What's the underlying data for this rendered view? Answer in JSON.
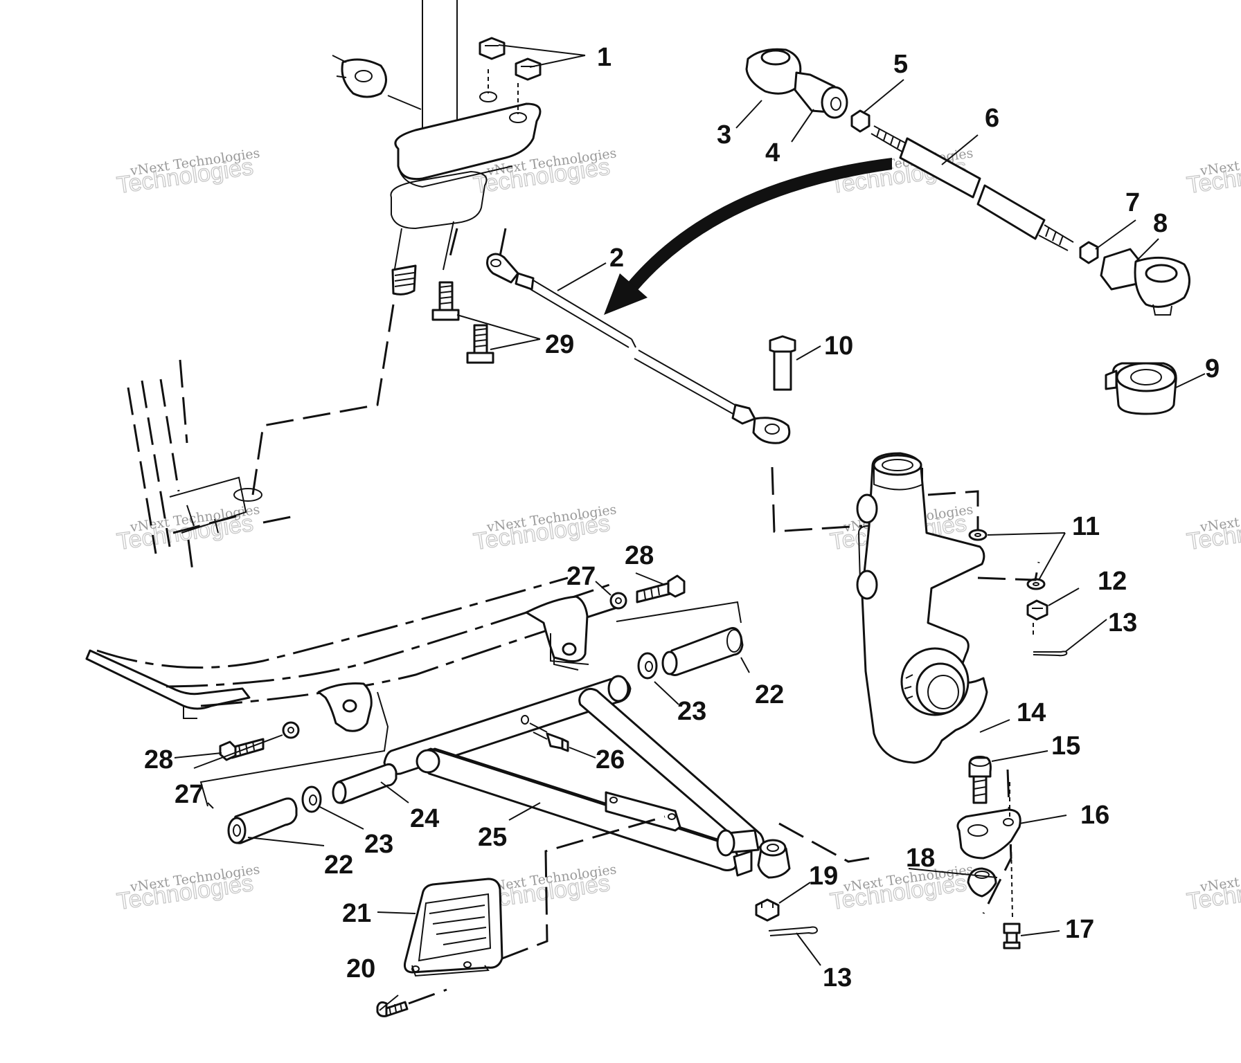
{
  "watermark": {
    "line1": "vNext Technologies",
    "line2": "Technologies"
  },
  "callouts": [
    "1",
    "2",
    "3",
    "4",
    "5",
    "6",
    "7",
    "8",
    "9",
    "10",
    "11",
    "12",
    "13",
    "13",
    "14",
    "15",
    "16",
    "17",
    "18",
    "19",
    "20",
    "21",
    "22",
    "22",
    "23",
    "23",
    "24",
    "25",
    "26",
    "27",
    "27",
    "28",
    "28",
    "29"
  ]
}
